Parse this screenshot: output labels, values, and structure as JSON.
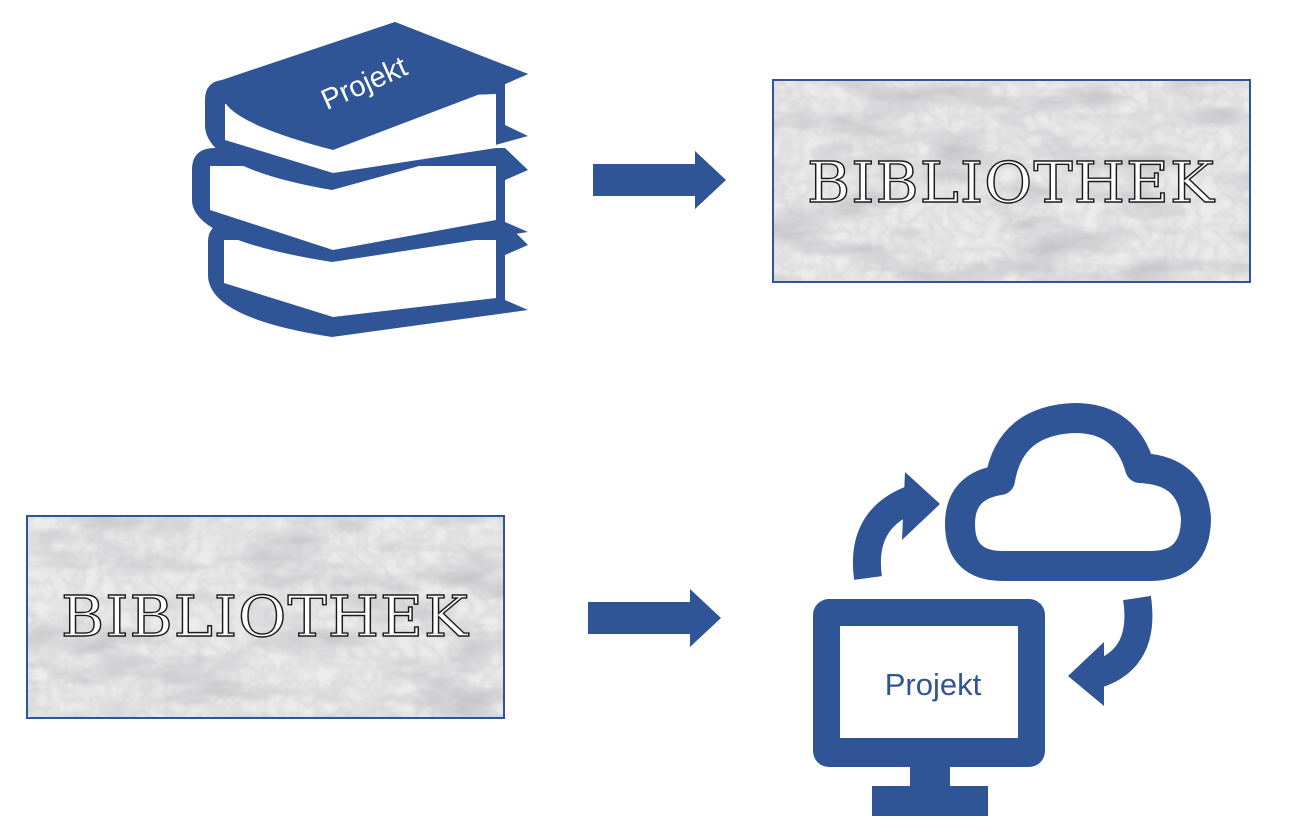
{
  "top_flow": {
    "books_label": "Projekt",
    "library_label": "BIBLIOTHEK"
  },
  "bottom_flow": {
    "library_label": "BIBLIOTHEK",
    "monitor_label": "Projekt"
  },
  "colors": {
    "accent": "#2f5597",
    "marble_light": "#ececec",
    "marble_vein": "#9a9a9a",
    "border": "#2f5597",
    "text_dark": "#1a1a1a"
  },
  "icons": [
    "books-icon",
    "arrow-right-icon",
    "cloud-icon",
    "sync-arrows-icon",
    "monitor-icon"
  ]
}
